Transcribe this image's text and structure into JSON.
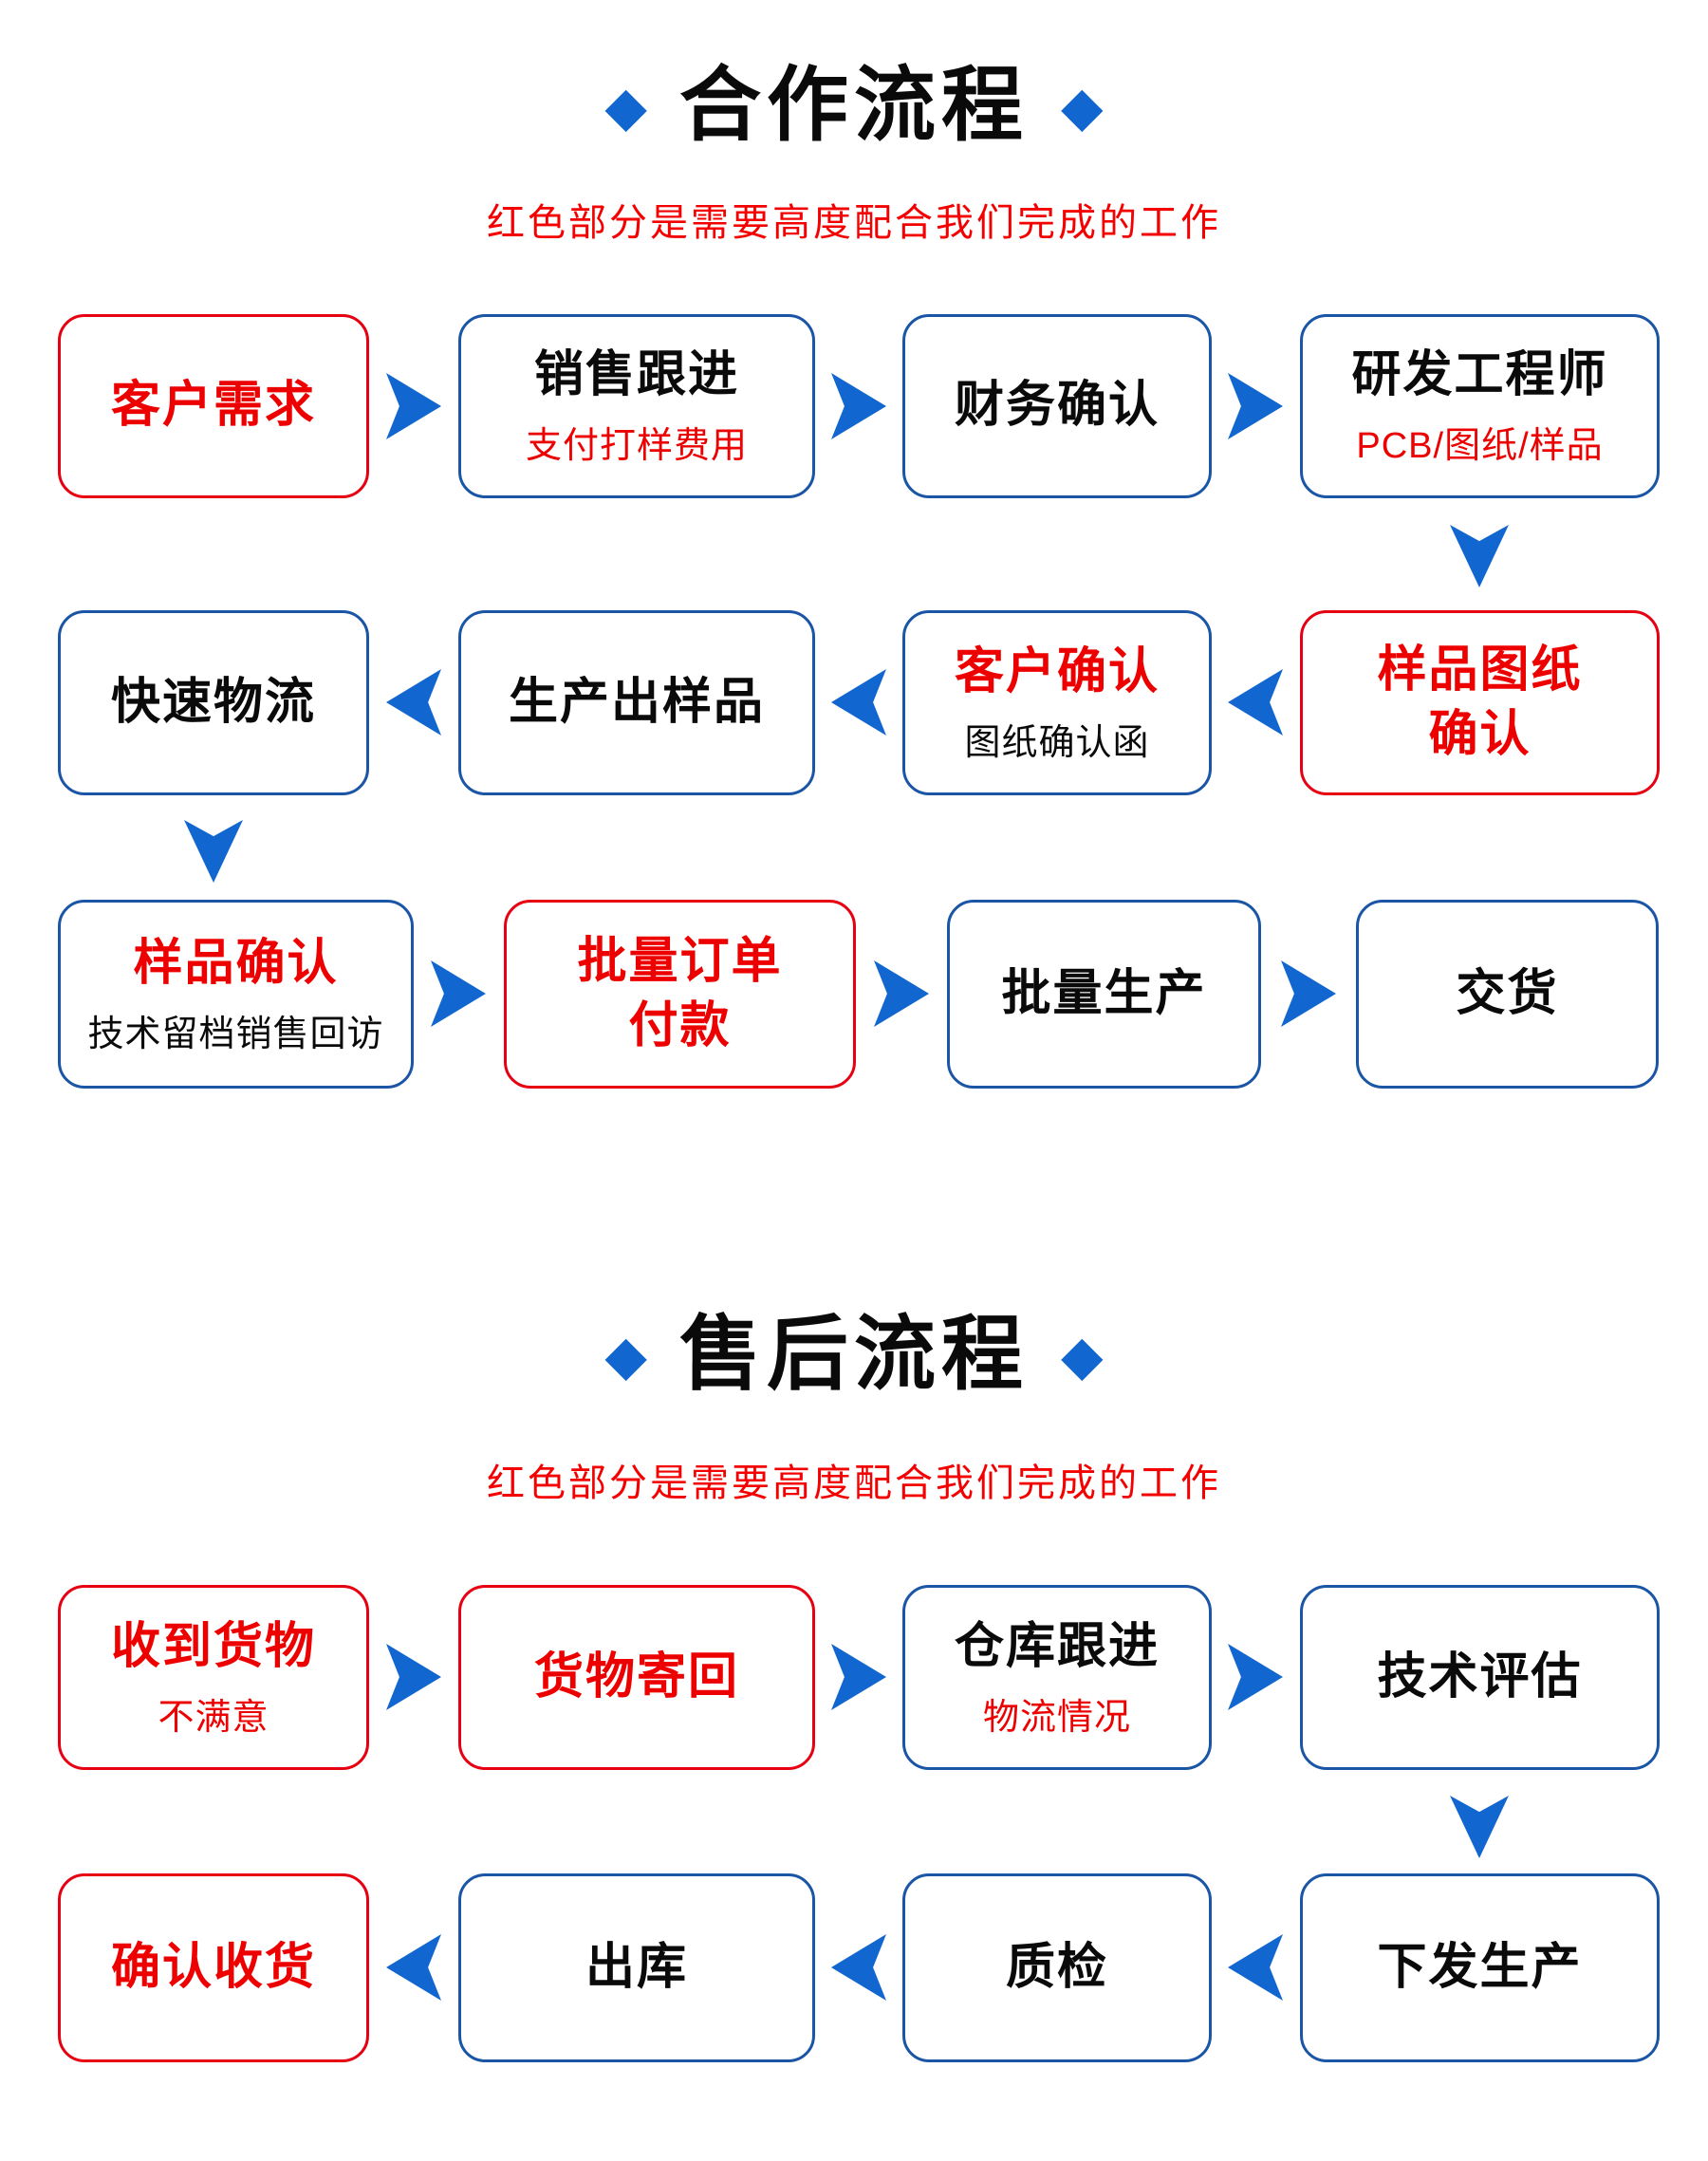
{
  "ui": {
    "diamond": "◆",
    "colors": {
      "arrow_blue": "#1166D0",
      "box_border_blue": "#1A55A6",
      "box_border_red": "#E60012",
      "text_red": "#ED0000",
      "text_black": "#0A0A0A",
      "background": "#FFFFFF"
    }
  },
  "sections": [
    {
      "title": "合作流程",
      "subtitle": "红色部分是需要高度配合我们完成的工作",
      "rows": [
        {
          "boxes": [
            {
              "title": "客户需求"
            },
            {
              "title": "销售跟进",
              "sub": "支付打样费用"
            },
            {
              "title": "财务确认"
            },
            {
              "title": "研发工程师",
              "sub": "PCB/图纸/样品"
            }
          ]
        },
        {
          "boxes": [
            {
              "title": "快速物流"
            },
            {
              "title": "生产出样品"
            },
            {
              "title": "客户确认",
              "sub": "图纸确认函"
            },
            {
              "title": "样品图纸\n确认"
            }
          ]
        },
        {
          "boxes": [
            {
              "title": "样品确认",
              "sub": "技术留档销售回访"
            },
            {
              "title": "批量订单\n付款"
            },
            {
              "title": "批量生产"
            },
            {
              "title": "交货"
            }
          ]
        }
      ]
    },
    {
      "title": "售后流程",
      "subtitle": "红色部分是需要高度配合我们完成的工作",
      "rows": [
        {
          "boxes": [
            {
              "title": "收到货物",
              "sub": "不满意"
            },
            {
              "title": "货物寄回"
            },
            {
              "title": "仓库跟进",
              "sub": "物流情况"
            },
            {
              "title": "技术评估"
            }
          ]
        },
        {
          "boxes": [
            {
              "title": "确认收货"
            },
            {
              "title": "出库"
            },
            {
              "title": "质检"
            },
            {
              "title": "下发生产"
            }
          ]
        }
      ]
    }
  ]
}
